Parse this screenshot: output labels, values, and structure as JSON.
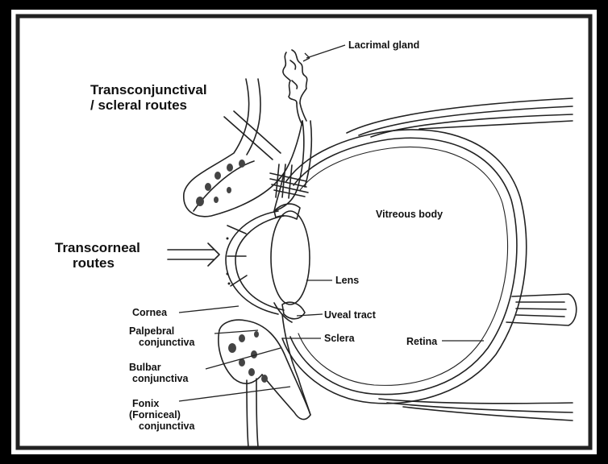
{
  "labels": {
    "lacrimal_gland": "Lacrimal gland",
    "transconjunctival_line1": "Transconjunctival",
    "transconjunctival_line2": "/ scleral routes",
    "transcorneal_line1": "Transcorneal",
    "transcorneal_line2": "routes",
    "vitreous_body": "Vitreous body",
    "lens": "Lens",
    "cornea": "Cornea",
    "uveal_tract": "Uveal tract",
    "palpebral_line1": "Palpebral",
    "palpebral_line2": "conjunctiva",
    "sclera": "Sclera",
    "retina": "Retina",
    "bulbar_line1": "Bulbar",
    "bulbar_line2": "conjunctiva",
    "fornix_line1": "Fonix",
    "fornix_line2": "(Forniceal)",
    "fornix_line3": "conjunctiva"
  }
}
